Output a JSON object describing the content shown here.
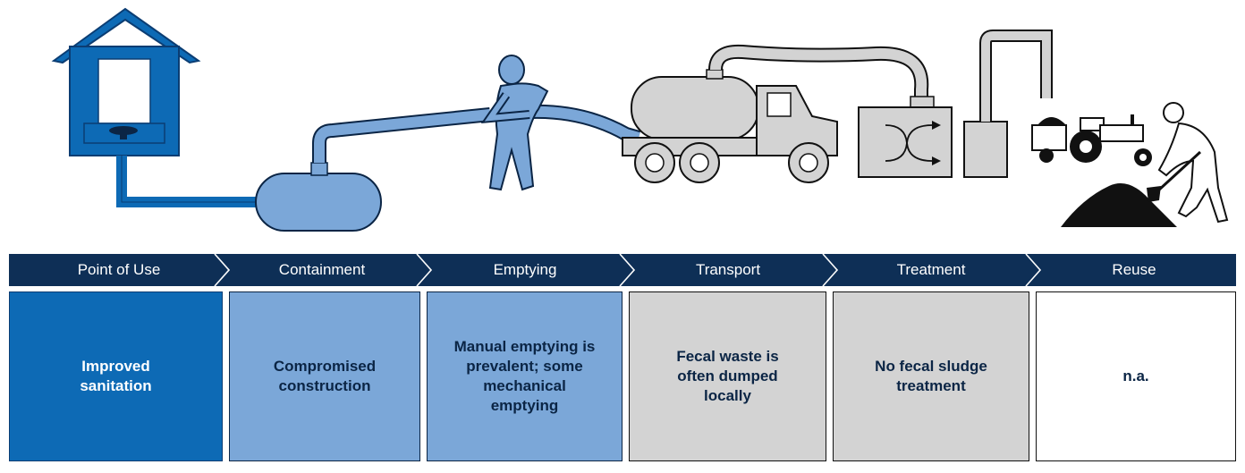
{
  "stages": [
    {
      "label": "Point of Use",
      "description": "Improved sanitation",
      "fill": "#0d6ab5",
      "text_color": "#ffffff"
    },
    {
      "label": "Containment",
      "description": "Compromised construction",
      "fill": "#7ba7d8",
      "text_color": "#0b2545"
    },
    {
      "label": "Emptying",
      "description": "Manual emptying is prevalent; some mechanical emptying",
      "fill": "#7ba7d8",
      "text_color": "#0b2545"
    },
    {
      "label": "Transport",
      "description": "Fecal waste is often dumped locally",
      "fill": "#d3d3d3",
      "text_color": "#0b2545"
    },
    {
      "label": "Treatment",
      "description": "No fecal sludge treatment",
      "fill": "#d3d3d3",
      "text_color": "#0b2545"
    },
    {
      "label": "Reuse",
      "description": "n.a.",
      "fill": "#ffffff",
      "text_color": "#0b2545"
    }
  ],
  "colors": {
    "header_band": "#0e2f56",
    "dark_blue": "#0d6ab5",
    "light_blue": "#7ba7d8",
    "gray": "#d3d3d3",
    "black": "#111111"
  },
  "icons": [
    "latrine-icon",
    "septic-tank-icon",
    "worker-with-hose-icon",
    "vacuum-truck-icon",
    "treatment-plant-icon",
    "tractor-icon",
    "farmer-shoveling-icon",
    "sludge-pile-icon"
  ]
}
